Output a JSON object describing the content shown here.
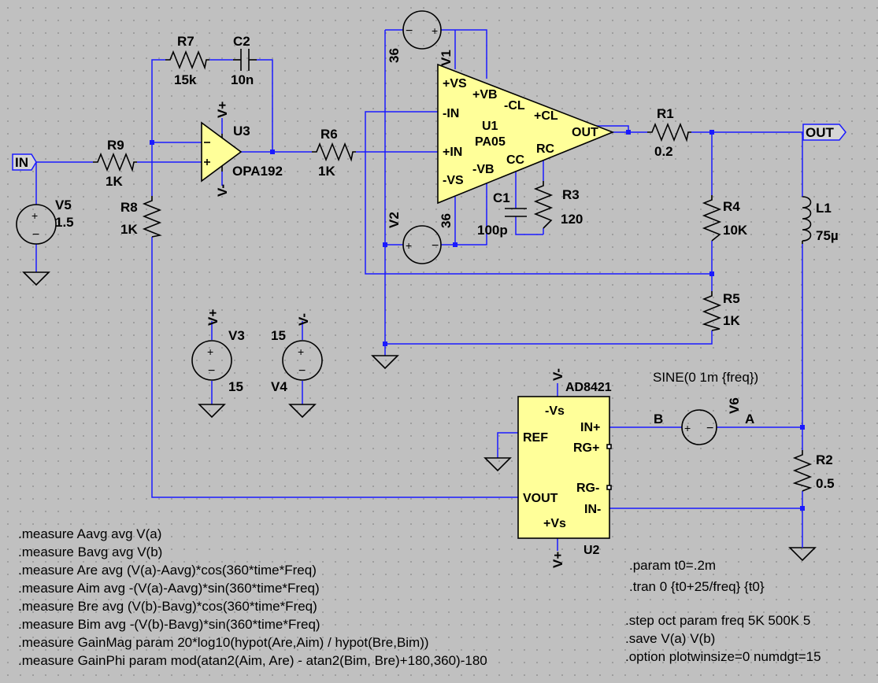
{
  "labels": {
    "in": "IN",
    "out": "OUT",
    "node_a": "A",
    "node_b": "B",
    "u1": {
      "name": "U1",
      "part": "PA05",
      "vs_pos": "+VS",
      "vb_pos": "+VB",
      "cl_neg": "-CL",
      "cl_pos": "+CL",
      "in_neg": "-IN",
      "in_pos": "+IN",
      "out": "OUT",
      "vs_neg": "-VS",
      "vb_neg": "-VB",
      "cc": "CC",
      "rc": "RC"
    },
    "u2": {
      "name": "U2",
      "part": "AD8421",
      "vs_neg": "-Vs",
      "in_pos": "IN+",
      "rg_pos": "RG+",
      "ref": "REF",
      "rg_neg": "RG-",
      "vout": "VOUT",
      "in_neg": "IN-",
      "vs_pos": "+Vs"
    },
    "u3": {
      "name": "U3",
      "part": "OPA192",
      "vp": "V+",
      "vn": "V-"
    },
    "r1": {
      "name": "R1",
      "value": "0.2"
    },
    "r2": {
      "name": "R2",
      "value": "0.5"
    },
    "r3": {
      "name": "R3",
      "value": "120"
    },
    "r4": {
      "name": "R4",
      "value": "10K"
    },
    "r5": {
      "name": "R5",
      "value": "1K"
    },
    "r6": {
      "name": "R6",
      "value": "1K"
    },
    "r7": {
      "name": "R7",
      "value": "15k"
    },
    "r8": {
      "name": "R8",
      "value": "1K"
    },
    "r9": {
      "name": "R9",
      "value": "1K"
    },
    "c1": {
      "name": "C1",
      "value": "100p"
    },
    "c2": {
      "name": "C2",
      "value": "10n"
    },
    "l1": {
      "name": "L1",
      "value": "75µ"
    },
    "v1": {
      "name": "V1",
      "value": "36"
    },
    "v2": {
      "name": "V2",
      "value": "36"
    },
    "v3": {
      "name": "V3",
      "value": "15",
      "net": "V+"
    },
    "v4": {
      "name": "V4",
      "value": "15",
      "net": "V-"
    },
    "v5": {
      "name": "V5",
      "value": "1.5"
    },
    "v6": {
      "name": "V6",
      "value": "SINE(0 1m {freq})"
    },
    "u2_vneg_net": "V-",
    "u2_vpos_net": "V+"
  },
  "directives_left": [
    ".measure Aavg avg V(a)",
    ".measure Bavg avg V(b)",
    ".measure Are avg (V(a)-Aavg)*cos(360*time*Freq)",
    ".measure Aim avg -(V(a)-Aavg)*sin(360*time*Freq)",
    ".measure Bre avg (V(b)-Bavg)*cos(360*time*Freq)",
    ".measure Bim avg -(V(b)-Bavg)*sin(360*time*Freq)",
    ".measure GainMag param 20*log10(hypot(Are,Aim) / hypot(Bre,Bim))",
    ".measure GainPhi param mod(atan2(Aim, Are) - atan2(Bim, Bre)+180,360)-180"
  ],
  "directives_right_1": [
    ".param t0=.2m",
    ".tran 0 {t0+25/freq} {t0}"
  ],
  "directives_right_2": [
    ".step oct param freq 5K 500K 5",
    ".save V(a) V(b)",
    ".option plotwinsize=0 numdgt=15"
  ]
}
